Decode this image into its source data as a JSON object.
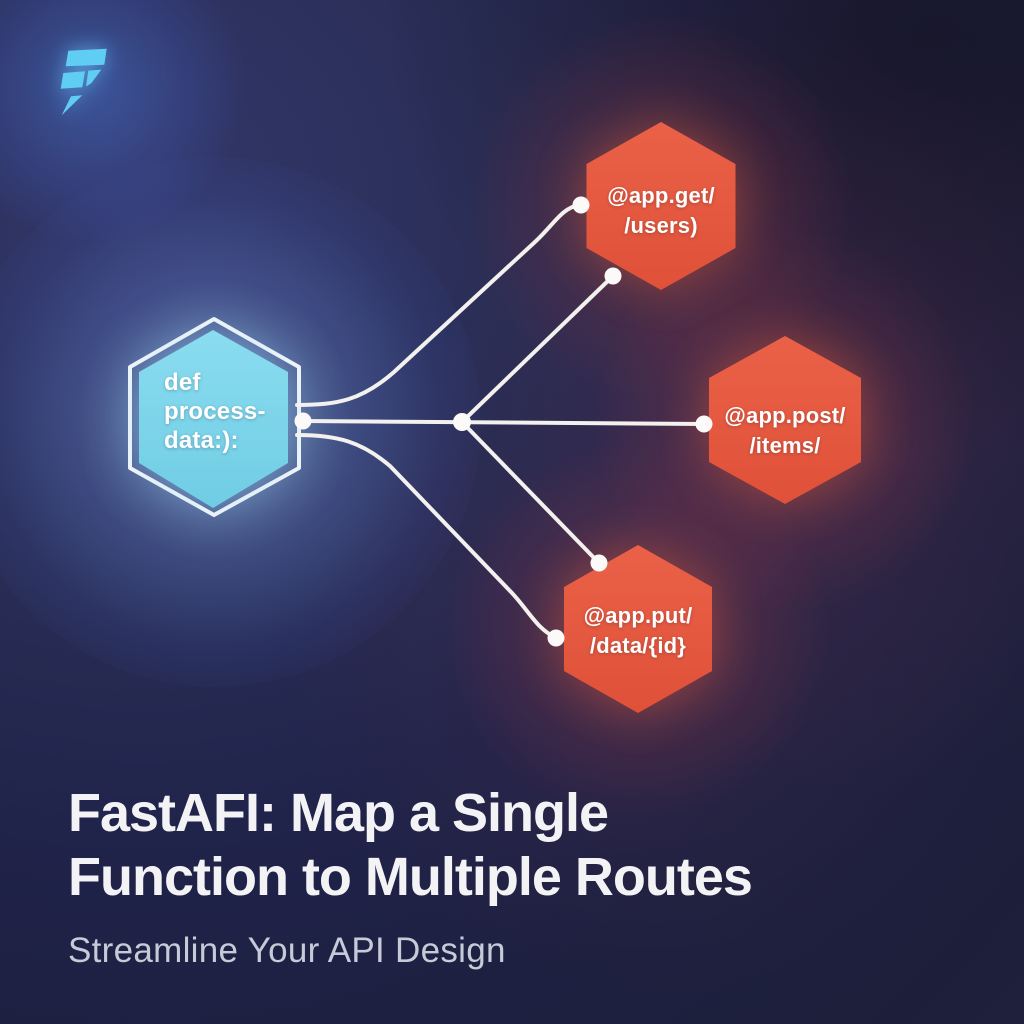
{
  "logo": {
    "icon": "lightning-f-logo",
    "color": "#60cef2"
  },
  "diagram": {
    "source": {
      "line1": "def",
      "line2": "process-",
      "line3": "data:):",
      "fill": "#7ed7ea",
      "outline_color": "#ffffff"
    },
    "route_get": {
      "line1": "@app.get/",
      "line2": "/users)"
    },
    "route_post": {
      "line1": "@app.post/",
      "line2": "/items/"
    },
    "route_put": {
      "line1": "@app.put/",
      "line2": "/data/{id}"
    },
    "route_fill": "#e5583f",
    "connector_color": "#f3f1ed",
    "dot_color": "#fbfaf8"
  },
  "footer": {
    "title_line1": "FastAFI: Map a Single",
    "title_line2": "Function to Multiple Routes",
    "subtitle": "Streamline Your API Design"
  },
  "background": {
    "base": "#1d2040",
    "glow_blue": "#6e96eb",
    "glow_warm": "#ee5f3e"
  }
}
